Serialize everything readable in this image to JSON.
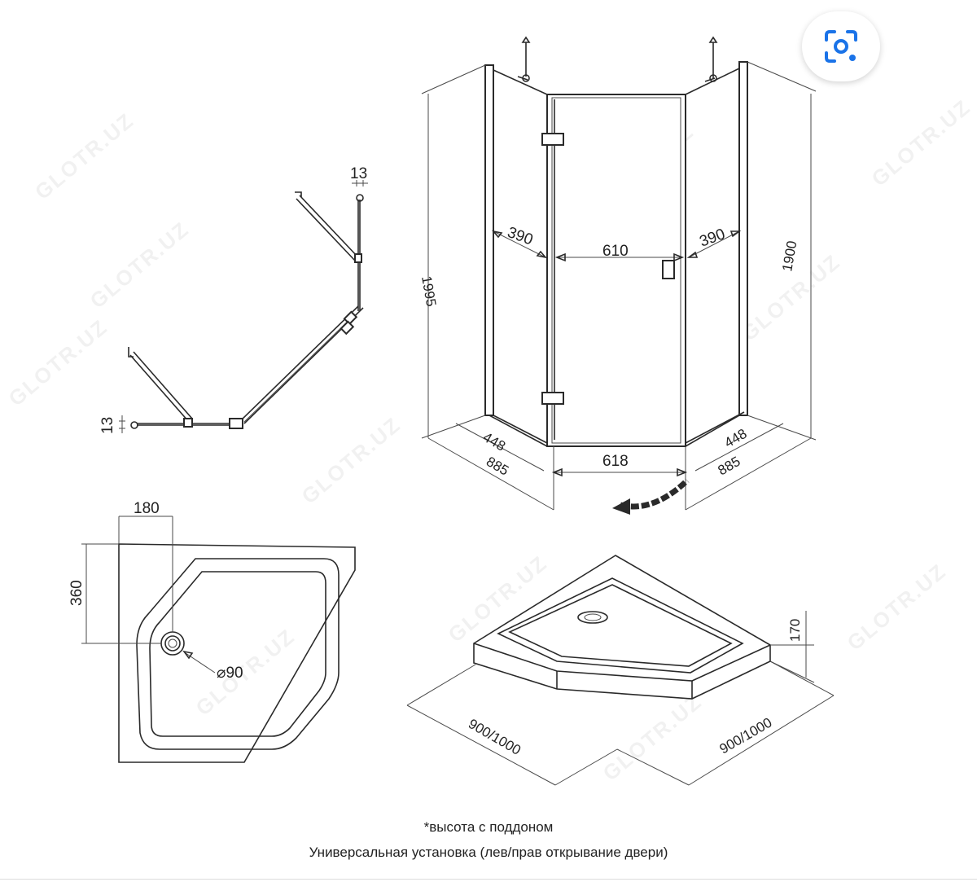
{
  "watermark": "GLOTR.UZ",
  "dimensions": {
    "top_view_offset_top": "13",
    "top_view_offset_left": "13",
    "left_panel_width": "390",
    "door_width": "610",
    "right_panel_width": "390",
    "total_height_left": "1995",
    "total_height_right": "1900",
    "base_left_short": "448",
    "base_left_long": "885",
    "base_front": "618",
    "base_right_short": "448",
    "base_right_long": "885",
    "tray_drain_offset_x": "180",
    "tray_drain_offset_y": "360",
    "drain_diameter": "⌀90",
    "tray_height": "170",
    "tray_side_left": "900/1000",
    "tray_side_right": "900/1000"
  },
  "notes": {
    "height_note": "*высота с поддоном",
    "installation_note": "Универсальная установка (лев/прав открывание двери)"
  },
  "icons": {
    "lens": "visual-search-icon",
    "door_swing": "swing-arrow-icon",
    "drain": "drain-icon"
  },
  "colors": {
    "line": "#2a2a2a",
    "lens_icon": "#1a73e8"
  }
}
